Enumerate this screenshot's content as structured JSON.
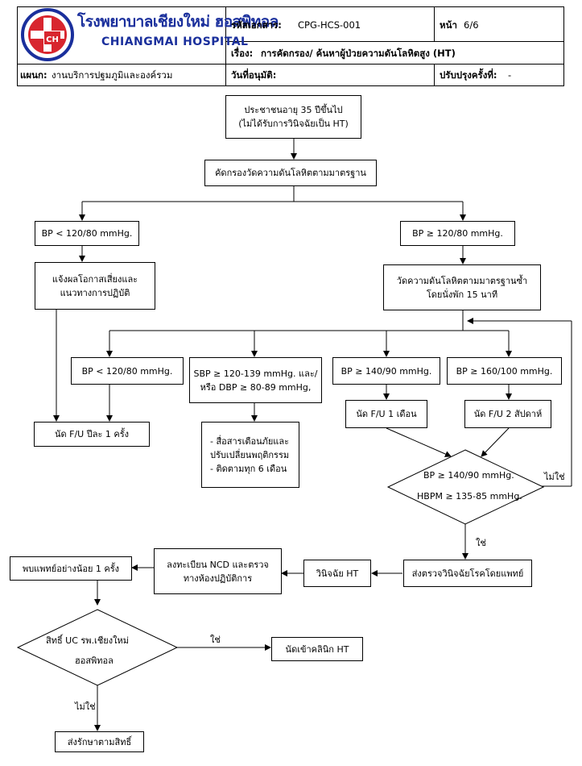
{
  "header": {
    "hospital_name_th": "โรงพยาบาลเชียงใหม่ ฮอสพิทอล",
    "hospital_name_en": "CHIANGMAI HOSPITAL",
    "logo_text": "CH",
    "doc_code_label": "รหัสเอกสาร:",
    "doc_code_value": "CPG-HCS-001",
    "page_label": "หน้า",
    "page_value": "6/6",
    "subject_label": "เรื่อง:",
    "subject_value": "การคัดกรอง/ ค้นหาผู้ป่วยความดันโลหิตสูง (HT)",
    "dept_label": "แผนก:",
    "dept_value": "งานบริการปฐมภูมิและองค์รวม",
    "approve_label": "วันที่อนุมัติ:",
    "approve_value": "",
    "revision_label": "ปรับปรุงครั้งที่:",
    "revision_value": "-"
  },
  "flow": {
    "start_line1": "ประชาชนอายุ 35 ปีขึ้นไป",
    "start_line2": "(ไม่ได้รับการวินิจฉัยเป็น HT)",
    "screen": "คัดกรองวัดความดันโลหิตตามมาตรฐาน",
    "bp_low": "BP < 120/80 mmHg.",
    "bp_high": "BP ≥ 120/80 mmHg.",
    "inform_line1": "แจ้งผลโอกาสเสี่ยงและ",
    "inform_line2": "แนวทางการปฏิบัติ",
    "remeasure_line1": "วัดความดันโลหิตตามมาตรฐานซ้ำ",
    "remeasure_line2": "โดยนั่งพัก 15 นาที",
    "b1": "BP < 120/80 mmHg.",
    "b2_line1": "SBP ≥ 120-139 mmHg. และ/",
    "b2_line2": "หรือ DBP ≥ 80-89 mmHg,",
    "b3": "BP ≥ 140/90 mmHg.",
    "b4": "BP ≥ 160/100 mmHg.",
    "fu_year": "นัด F/U ปีละ 1 ครั้ง",
    "advice_line1": "- สื่อสารเตือนภัยและ",
    "advice_line2": "ปรับเปลี่ยนพฤติกรรม",
    "advice_line3": "- ติดตามทุก 6 เดือน",
    "fu_month": "นัด F/U 1 เดือน",
    "fu_2week": "นัด F/U 2 สัปดาห์",
    "decision1_line1": "BP ≥ 140/90 mmHg.",
    "decision1_line2": "HBPM ≥ 135-85 mmHg.",
    "no1": "ไม่ใช่",
    "yes1": "ใช่",
    "refer_doctor": "ส่งตรวจวินิจฉัยโรคโดยแพทย์",
    "diagnose": "วินิจฉัย HT",
    "register_line1": "ลงทะเบียน NCD และตรวจ",
    "register_line2": "ทางห้องปฏิบัติการ",
    "see_doctor": "พบแพทย์อย่างน้อย 1 ครั้ง",
    "decision2_line1": "สิทธิ์ UC รพ.เชียงใหม่",
    "decision2_line2": "ฮอสพิทอล",
    "yes2": "ใช่",
    "clinic": "นัดเข้าคลินิก HT",
    "no2": "ไม่ใช่",
    "treat": "ส่งรักษาตามสิทธิ์"
  },
  "colors": {
    "logo_red": "#d8262f",
    "logo_blue": "#1a2f9c"
  }
}
